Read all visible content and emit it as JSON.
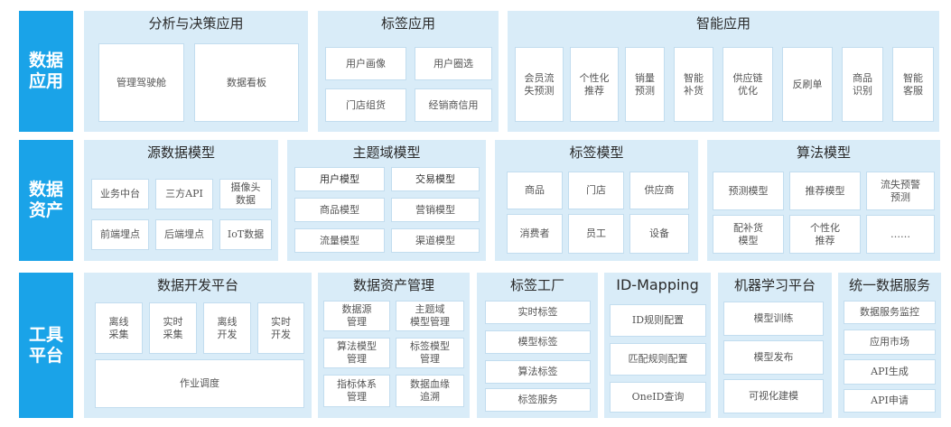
{
  "rows": [
    {
      "label": "数据\n应用"
    },
    {
      "label": "数据\n资产"
    },
    {
      "label": "工具\n平台"
    }
  ],
  "panels": [
    {
      "title": "分析与决策应用",
      "items": [
        "管理驾驶舱",
        "数据看板"
      ]
    },
    {
      "title": "标签应用",
      "items": [
        "用户画像",
        "用户圈选",
        "门店组货",
        "经销商信用"
      ]
    },
    {
      "title": "智能应用",
      "items": [
        "会员流\n失预测",
        "个性化\n推荐",
        "销量\n预测",
        "智能\n补货",
        "供应链\n优化",
        "反刷单",
        "商品\n识别",
        "智能\n客服"
      ]
    },
    {
      "title": "源数据模型",
      "items": [
        "业务中台",
        "三方API",
        "摄像头\n数据",
        "前端埋点",
        "后端埋点",
        "IoT数据"
      ]
    },
    {
      "title": "主题域模型",
      "items": [
        "用户模型",
        "交易模型",
        "商品模型",
        "营销模型",
        "流量模型",
        "渠道模型"
      ]
    },
    {
      "title": "标签模型",
      "items": [
        "商品",
        "门店",
        "供应商",
        "消费者",
        "员工",
        "设备"
      ]
    },
    {
      "title": "算法模型",
      "items": [
        "预测模型",
        "推荐模型",
        "流失预警\n预测",
        "配补货\n模型",
        "个性化\n推荐",
        "……"
      ]
    },
    {
      "title": "数据开发平台",
      "items": [
        "离线\n采集",
        "实时\n采集",
        "离线\n开发",
        "实时\n开发",
        "作业调度"
      ]
    },
    {
      "title": "数据资产管理",
      "items": [
        "数据源\n管理",
        "主题域\n模型管理",
        "算法模型\n管理",
        "标签模型\n管理",
        "指标体系\n管理",
        "数据血缘\n追溯"
      ]
    },
    {
      "title": "标签工厂",
      "items": [
        "实时标签",
        "模型标签",
        "算法标签",
        "标签服务"
      ]
    },
    {
      "title": "ID-Mapping",
      "items": [
        "ID规则配置",
        "匹配规则配置",
        "OneID查询"
      ]
    },
    {
      "title": "机器学习平台",
      "items": [
        "模型训练",
        "模型发布",
        "可视化建模"
      ]
    },
    {
      "title": "统一数据服务",
      "items": [
        "数据服务监控",
        "应用市场",
        "API生成",
        "API申请"
      ]
    }
  ]
}
